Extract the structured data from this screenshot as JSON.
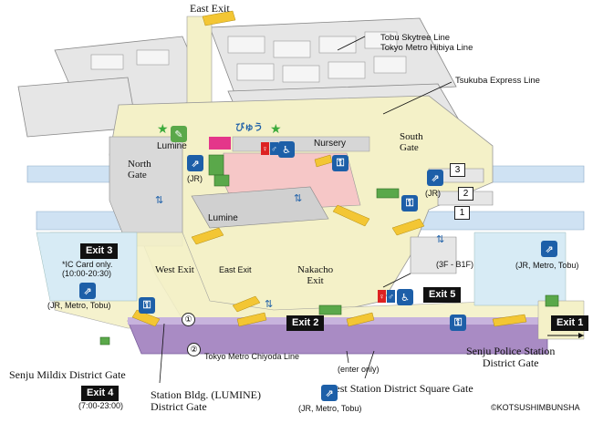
{
  "map": {
    "exits": {
      "east": "East Exit",
      "north_gate": "North\nGate",
      "south_gate": "South\nGate",
      "west": "West Exit",
      "east_exit_lower": "East Exit",
      "nakacho": "Nakacho\nExit",
      "exit1": "Exit 1",
      "exit2": "Exit 2",
      "exit3": "Exit 3",
      "exit4": "Exit 4",
      "exit5": "Exit 5"
    },
    "lines": {
      "tobu_skytree": "Tobu Skytree Line",
      "tokyo_metro_hibiya": "Tokyo Metro Hibiya Line",
      "tsukuba": "Tsukuba Express Line",
      "chiyoda": "Tokyo Metro Chiyoda Line"
    },
    "facilities": {
      "lumine_top": "Lumine",
      "lumine_center": "Lumine",
      "nursery": "Nursery",
      "jr_left": "(JR)",
      "jr_right": "(JR)",
      "floors": "(3F - B1F)",
      "jr_metro_tobu_right": "(JR, Metro, Tobu)",
      "jr_metro_tobu_left": "(JR, Metro, Tobu)",
      "jr_metro_tobu_bottom": "(JR, Metro, Tobu)",
      "enter_only": "(enter only)",
      "ic_card": "*IC Card only.\n(10:00-20:30)",
      "exit4_hours": "(7:00-23:00)",
      "viewplaza": "びゅう"
    },
    "gates": {
      "mildix": "Senju Mildix District Gate",
      "station_bldg": "Station Bldg. (LUMINE)\nDistrict Gate",
      "west_square": "West Station District Square Gate",
      "police": "Senju Police Station\nDistrict Gate"
    },
    "platform_numbers": {
      "p1": "1",
      "p2": "2",
      "p3": "3",
      "c1": "①",
      "c2": "②"
    },
    "copyright": "©KOTSUSHIMBUNSHA",
    "colors": {
      "concourse": "#f4f1c8",
      "platform_blue": "#cfe2f3",
      "chiyoda_purple": "#a98bc4",
      "lumine_pink": "#f6c7c7",
      "stair_yellow": "#f3c634",
      "icon_blue": "#1d5fa8",
      "gate_green": "#5aa84a"
    },
    "icons": [
      "wheelchair-icon",
      "escalator-icon",
      "elevator-icon",
      "toilet-icon",
      "star-icon",
      "parking-icon"
    ]
  }
}
